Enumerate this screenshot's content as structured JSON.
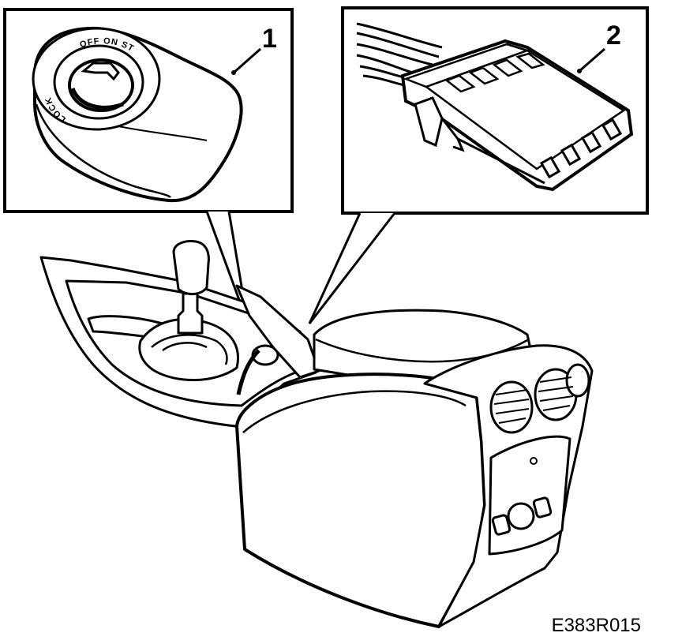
{
  "figure": {
    "code": "E383R015",
    "callouts": [
      {
        "number": "1",
        "part": "ignition-switch"
      },
      {
        "number": "2",
        "part": "wiring-connector"
      }
    ],
    "switch_labels": {
      "lock": "LOCK",
      "off_on_st": "OFF ON ST"
    },
    "colors": {
      "line": "#000000",
      "background": "#ffffff"
    }
  }
}
